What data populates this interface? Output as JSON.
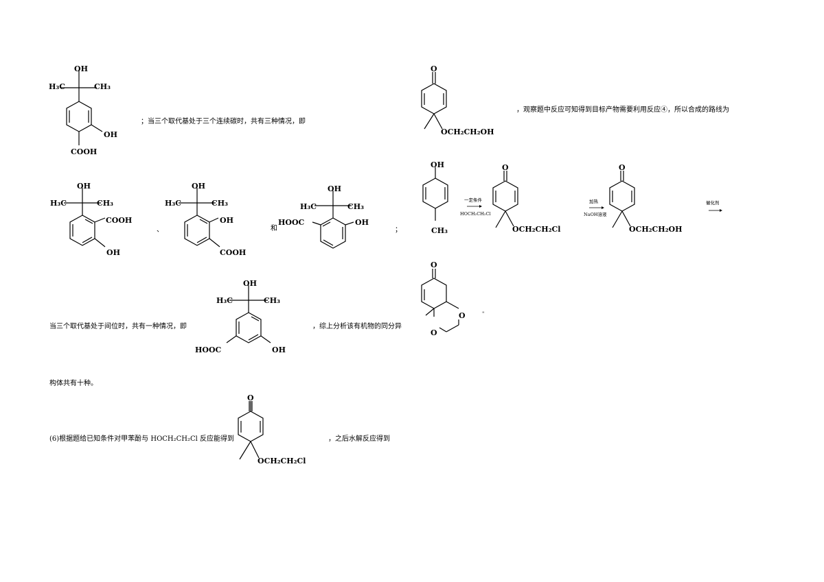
{
  "left": {
    "text_after_mol1": "；当三个取代基处于三个连续碳时，共有三种情况，即",
    "sep_1": "、",
    "sep_and": "和",
    "sep_semicolon": "；",
    "text_meta_before": "当三个取代基处于间位时，共有一种情况，即",
    "text_meta_after": "，综上分析该有机物的同分异",
    "text_total": "构体共有十种。",
    "text_p6_before": "(6)根据题给已知条件对甲苯酚与 HOCH₂CH₂Cl 反应能得到",
    "text_p6_after": "，之后水解反应得到"
  },
  "right": {
    "text_observe": "，观察题中反应可知得到目标产物需要利用反应④，所以合成的路线为",
    "cond1_top": "一定条件",
    "cond1_bottom": "HOCH₂CH₂Cl",
    "cond2_top": "加热",
    "cond2_bottom": "NaOH溶液",
    "cond3_top": "催化剂",
    "end_mark": "\""
  },
  "labels": {
    "OH": "OH",
    "H3C": "H₃C",
    "CH3": "CH₃",
    "COOH": "COOH",
    "HOOC": "HOOC",
    "O": "O",
    "OCH2CH2OH": "OCH₂CH₂OH",
    "OCH2CH2Cl": "OCH₂CH₂Cl"
  }
}
